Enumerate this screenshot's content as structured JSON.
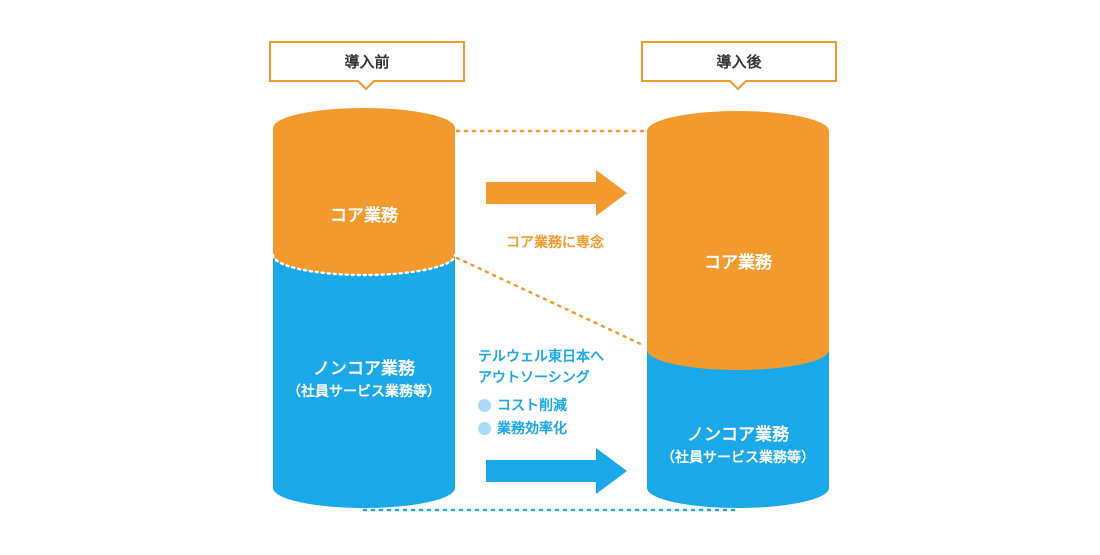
{
  "before": {
    "tag": "導入前",
    "core": "コア業務",
    "noncore": "ノンコア業務",
    "noncore_sub": "（社員サービス業務等）"
  },
  "after": {
    "tag": "導入後",
    "core": "コア業務",
    "noncore": "ノンコア業務",
    "noncore_sub": "（社員サービス業務等）"
  },
  "middle": {
    "focus_label": "コア業務に専念",
    "outsourcing_line1": "テルウェル東日本へ",
    "outsourcing_line2": "アウトソーシング",
    "benefits": [
      "コスト削減",
      "業務効率化"
    ]
  },
  "colors": {
    "orange": "#f29a2e",
    "blue": "#1aa8e8",
    "light_blue": "#a8dcf4"
  }
}
